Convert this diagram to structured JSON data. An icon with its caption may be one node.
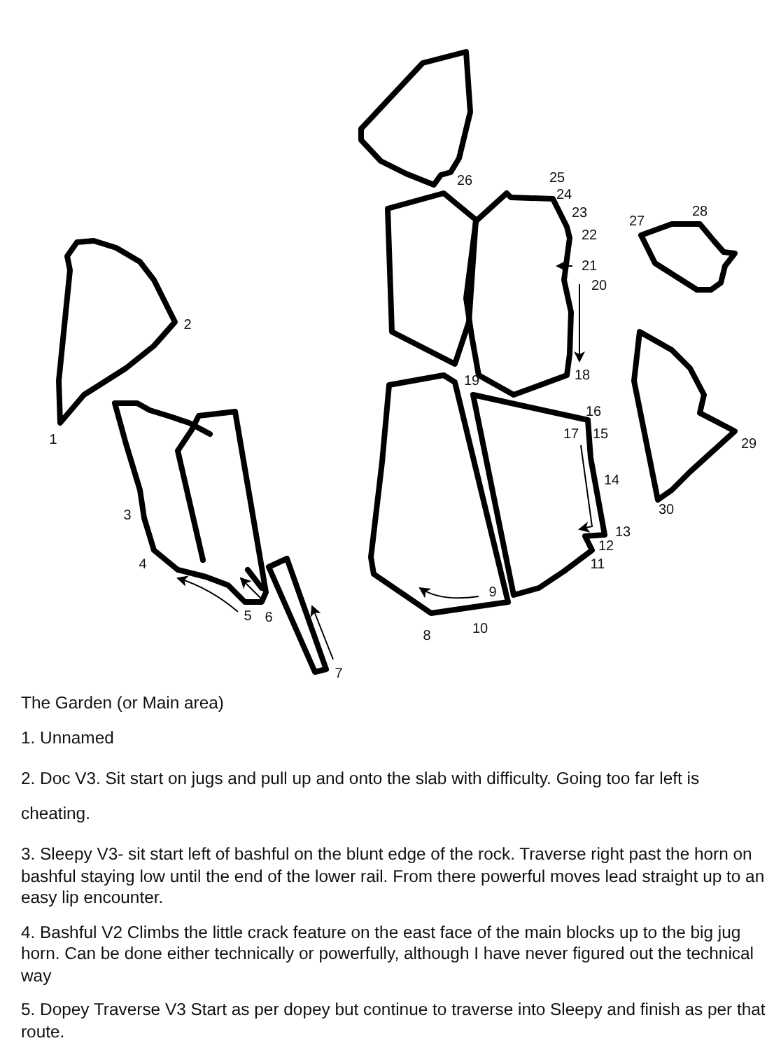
{
  "diagram": {
    "title": "The Garden (or Main area)",
    "labels": [
      "1",
      "2",
      "3",
      "4",
      "5",
      "6",
      "7",
      "8",
      "9",
      "10",
      "11",
      "12",
      "13",
      "14",
      "15",
      "16",
      "17",
      "18",
      "19",
      "20",
      "21",
      "22",
      "23",
      "24",
      "25",
      "26",
      "27",
      "28",
      "29",
      "30",
      "1. Unnamed",
      "2. Doc V3. Sit start on jugs and pull up and onto the slab with difficulty. Going too far left is cheating.",
      "3. Sleepy V3- sit start left of bashful on the blunt edge of the rock. Traverse right past the horn on bashful staying low until the end of the lower rail. From there powerful moves lead straight up to an easy lip encounter.",
      "4. Bashful V2 Climbs the little crack feature on the east face of the main blocks up to the big jug horn. Can be done either technically or powerfully, although I have never figured out the technical way",
      "5. Dopey Traverse V3 Start as per dopey but continue to traverse into Sleepy and finish as per that route."
    ]
  }
}
